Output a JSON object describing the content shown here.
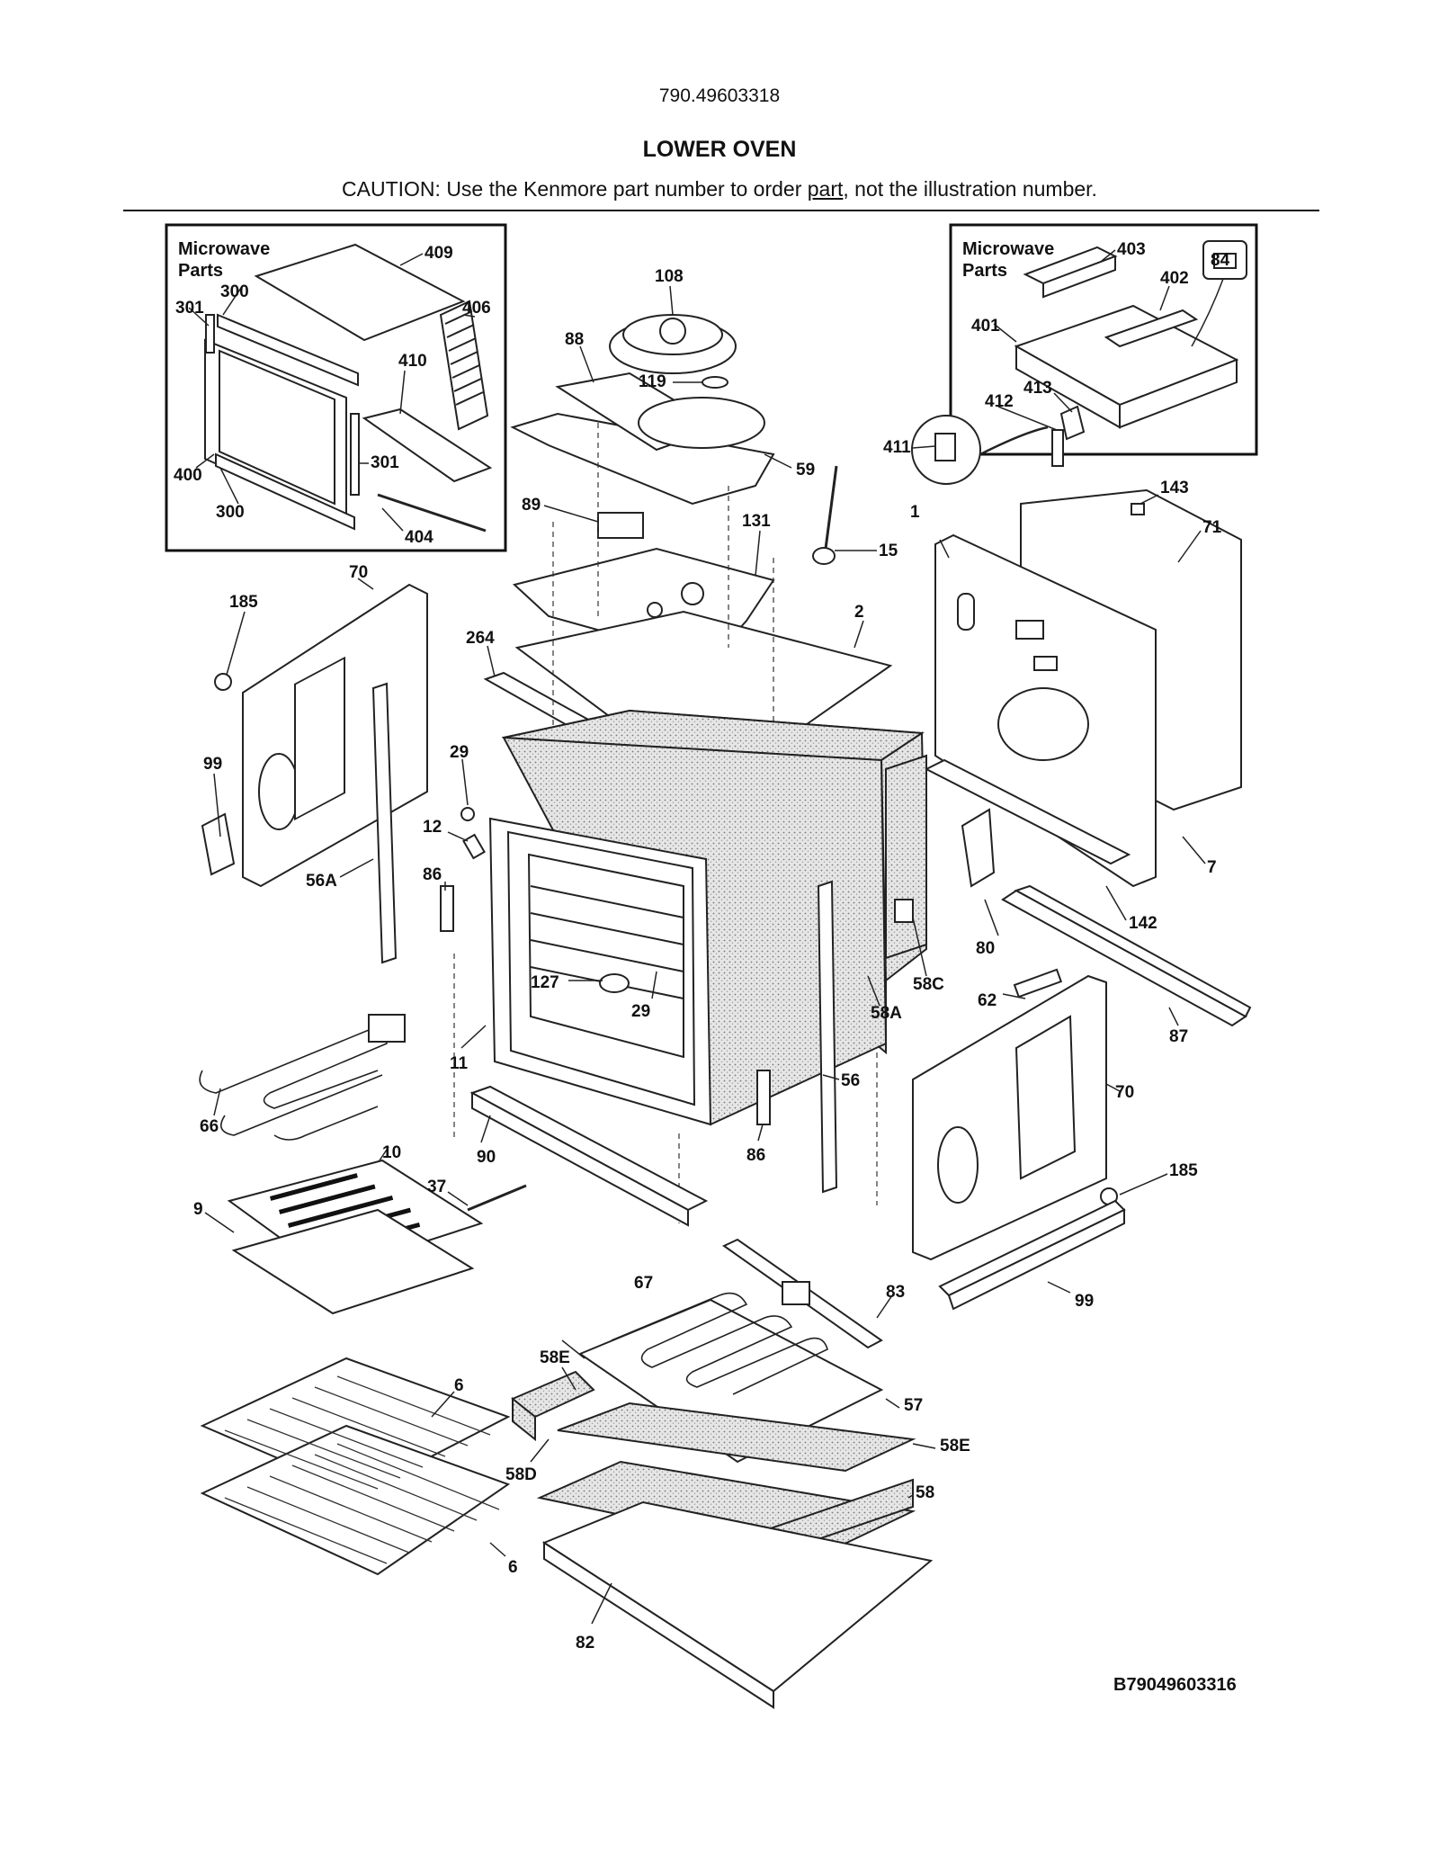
{
  "header": {
    "model_number": "790.49603318",
    "section_title": "LOWER OVEN",
    "caution_prefix": "CAUTION: Use the Kenmore part number to order ",
    "caution_link": "part",
    "caution_suffix": ", not the illustration number."
  },
  "microwave_box_left": {
    "title_line1": "Microwave",
    "title_line2": "Parts",
    "callouts": [
      "409",
      "300",
      "301",
      "406",
      "410",
      "400",
      "301",
      "300",
      "404"
    ]
  },
  "microwave_box_right": {
    "title_line1": "Microwave",
    "title_line2": "Parts",
    "callouts": [
      "403",
      "84",
      "402",
      "401",
      "412",
      "413",
      "411"
    ]
  },
  "callouts": [
    "108",
    "88",
    "119",
    "59",
    "89",
    "131",
    "15",
    "1",
    "143",
    "71",
    "70",
    "185",
    "264",
    "2",
    "99",
    "29",
    "12",
    "56A",
    "86",
    "127",
    "29",
    "11",
    "58A",
    "58C",
    "142",
    "7",
    "80",
    "62",
    "87",
    "66",
    "90",
    "86",
    "56",
    "70",
    "185",
    "10",
    "37",
    "9",
    "99",
    "67",
    "83",
    "58E",
    "57",
    "58E",
    "6",
    "58D",
    "58",
    "6",
    "82"
  ],
  "footer": {
    "diagram_code": "B79049603316"
  }
}
